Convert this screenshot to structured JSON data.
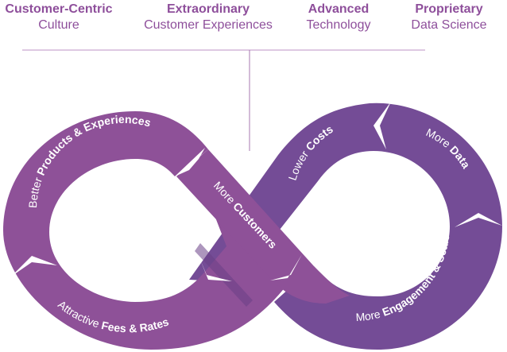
{
  "pillars": [
    {
      "title": "Customer-Centric",
      "subtitle": "Culture"
    },
    {
      "title": "Extraordinary",
      "subtitle": "Customer Experiences"
    },
    {
      "title": "Advanced",
      "subtitle": "Technology"
    },
    {
      "title": "Proprietary",
      "subtitle": "Data Science"
    }
  ],
  "loop": {
    "segments": [
      {
        "light": "Better ",
        "bold": "Products & Experiences"
      },
      {
        "light": "More ",
        "bold": "Customers"
      },
      {
        "light": "Lower ",
        "bold": "Costs"
      },
      {
        "light": "More ",
        "bold": "Data"
      },
      {
        "light": "More ",
        "bold": "Engagement & Scale"
      },
      {
        "light": "Attractive ",
        "bold": "Fees & Rates"
      }
    ]
  },
  "colors": {
    "left_loop": "#8e5198",
    "right_loop": "#744c96",
    "text_accent": "#8e4f9b",
    "connector_line": "#c9a6d0"
  }
}
